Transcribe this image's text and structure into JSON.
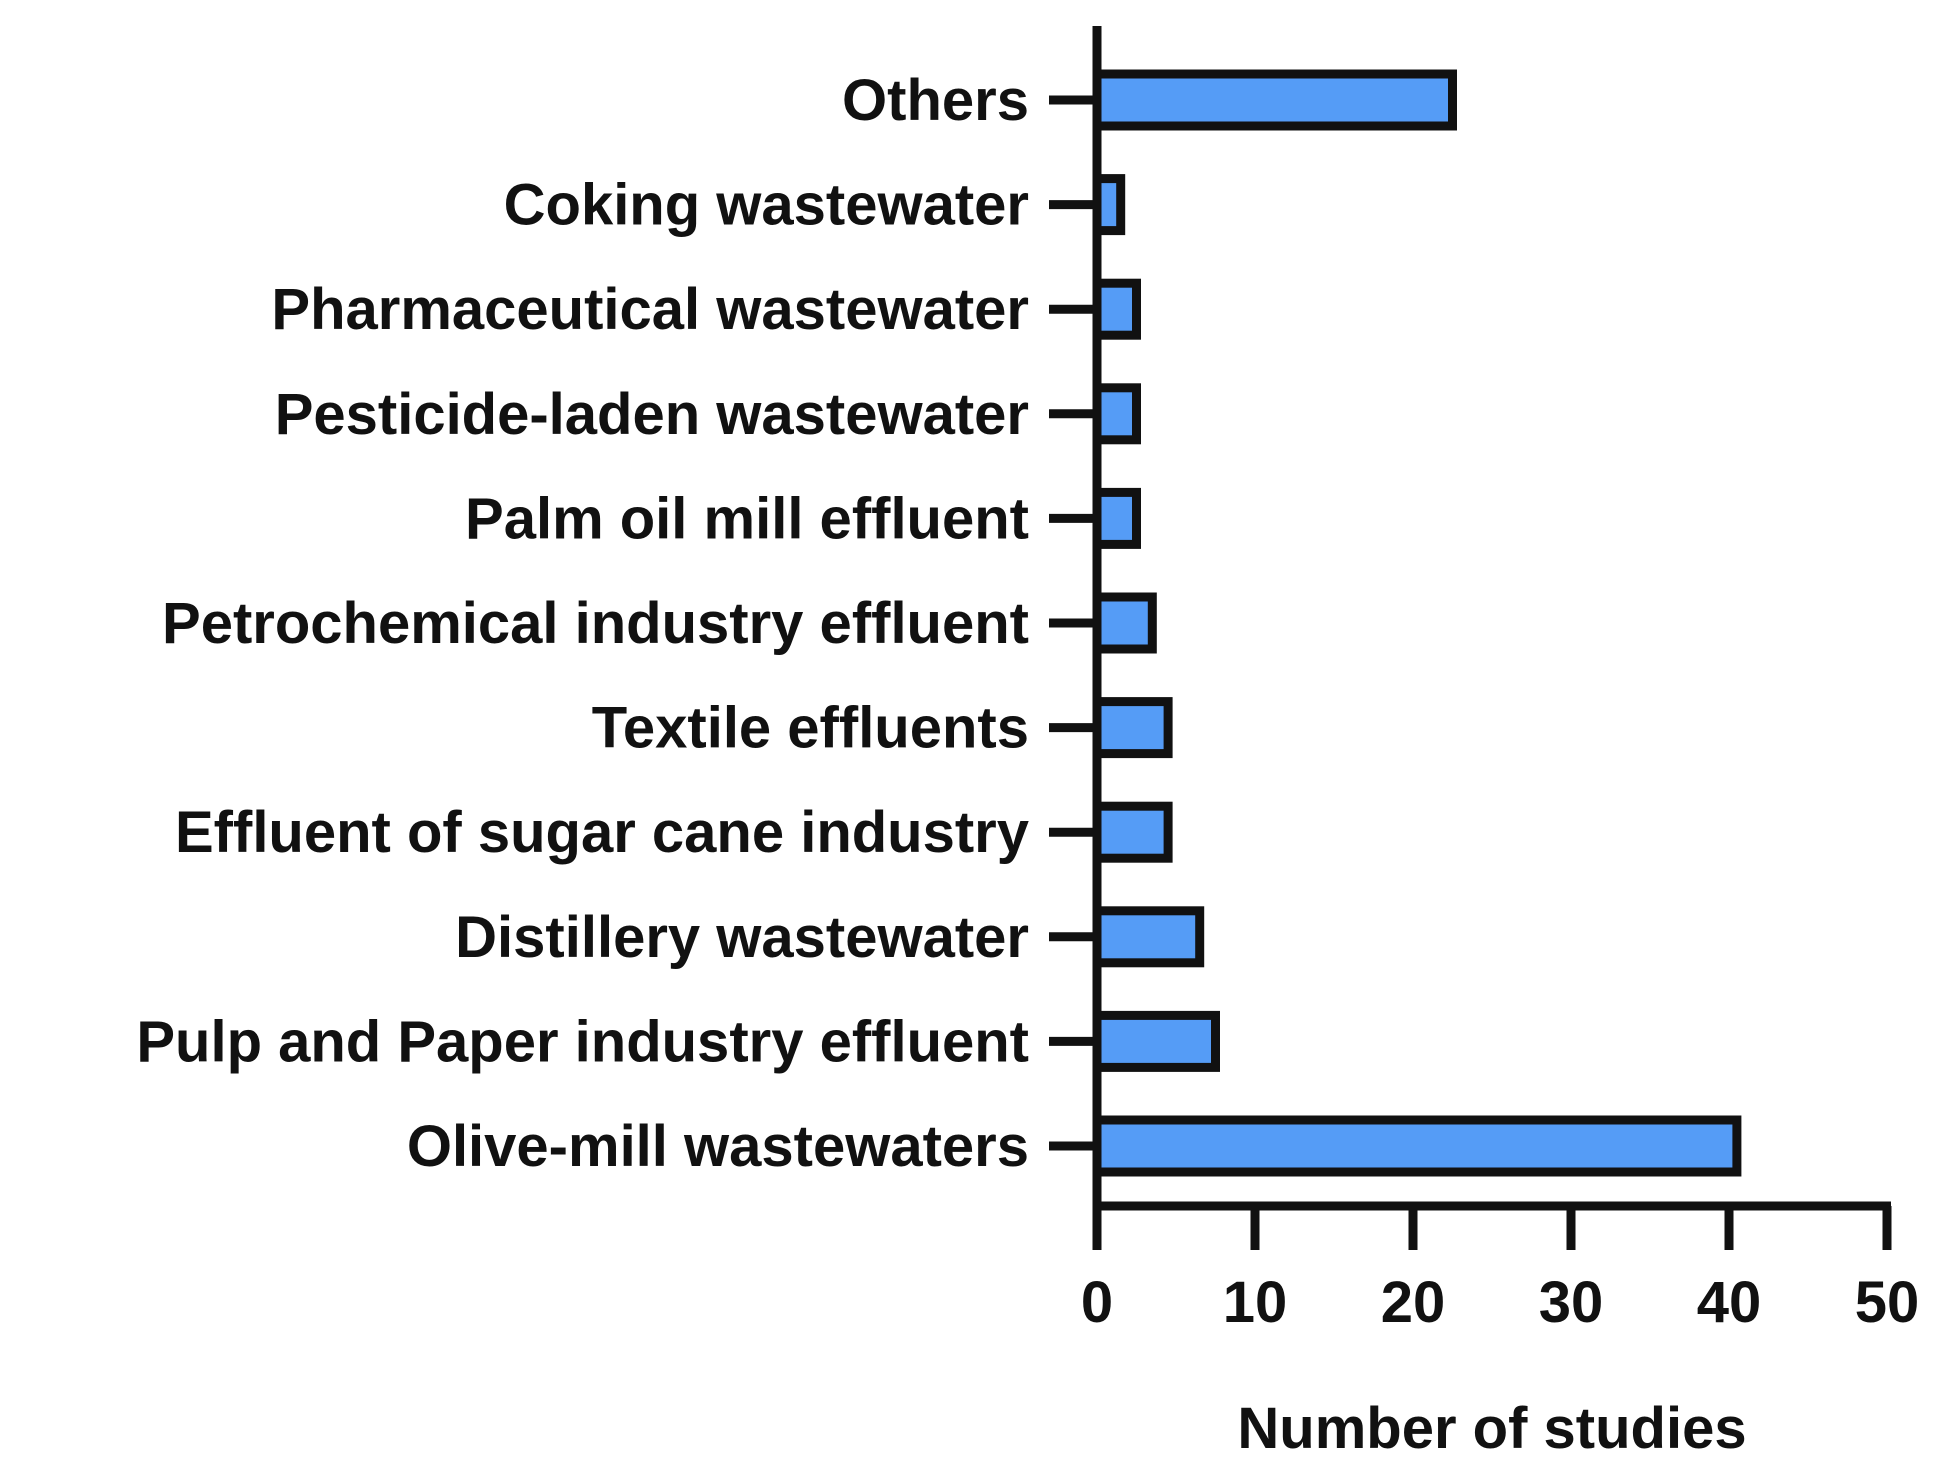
{
  "colors": {
    "bar_fill": "#559cf6",
    "bar_stroke": "#111111",
    "axis": "#111111",
    "text": "#111111",
    "background": "#ffffff"
  },
  "chart_data": {
    "type": "bar",
    "orientation": "horizontal",
    "categories": [
      "Others",
      "Coking wastewater",
      "Pharmaceutical wastewater",
      "Pesticide-laden wastewater",
      "Palm oil mill effluent",
      "Petrochemical industry effluent",
      "Textile effluents",
      "Effluent of sugar cane industry",
      "Distillery wastewater",
      "Pulp and Paper industry effluent",
      "Olive-mill wastewaters"
    ],
    "values": [
      22.5,
      1.5,
      2.5,
      2.5,
      2.5,
      3.5,
      4.5,
      4.5,
      6.5,
      7.5,
      40.5
    ],
    "title": "",
    "xlabel": "Number of studies",
    "ylabel": "",
    "xlim": [
      0,
      50
    ],
    "xticks": [
      "0",
      "10",
      "20",
      "30",
      "40",
      "50"
    ],
    "grid": false,
    "legend": "none"
  }
}
